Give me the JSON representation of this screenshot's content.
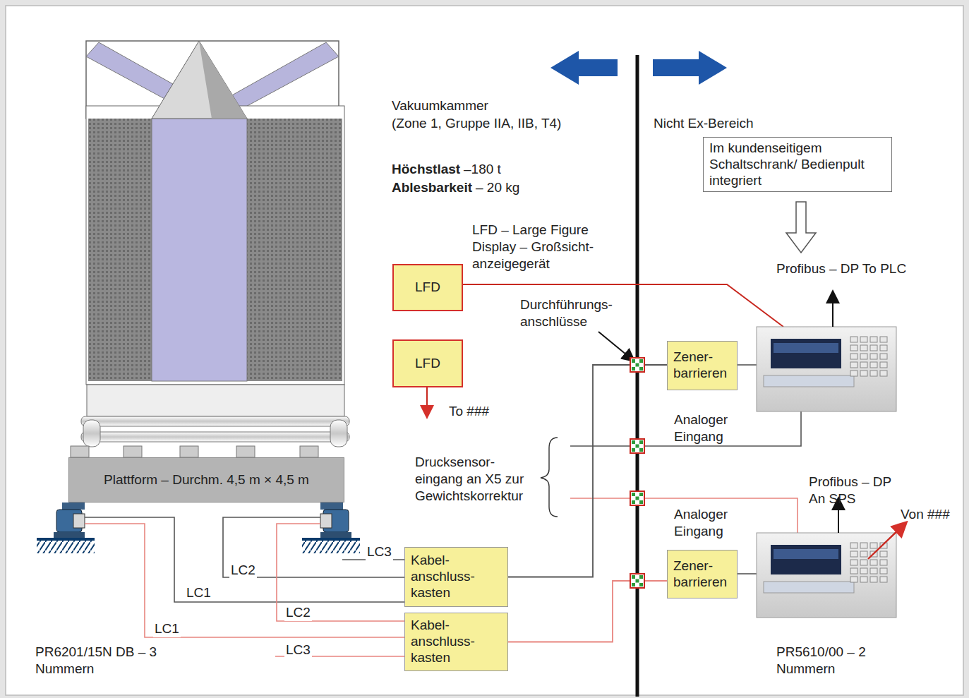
{
  "diagram": {
    "nodes": [
      {
        "text": [
          "Plattform – Durchm. 4,5 m × 4,5 m"
        ]
      },
      {
        "text": [
          "LFD"
        ]
      },
      {
        "text": [
          "LFD"
        ]
      },
      {
        "text": [
          "Im kundenseitigem Schaltschrank/ Bedienpult integriert"
        ]
      },
      {
        "text": [
          "Zener- barrieren"
        ]
      },
      {
        "text": [
          "Kabel- anschluss- kasten"
        ]
      },
      {
        "text": [
          "Kabel- anschluss- kasten"
        ]
      },
      {
        "text": [
          "Zener- barrieren"
        ]
      }
    ],
    "edges": [
      {
        "from": 5,
        "to": 4,
        "arrow": "none"
      },
      {
        "from": 6,
        "to": 7,
        "arrow": "none"
      }
    ],
    "labels": [
      "Vakuumkammer",
      "(Zone 1, Gruppe IIA, IIB, T4)",
      "Höchstlast",
      "–180 t",
      "Ablesbarkeit",
      "– 20 kg",
      "LFD – Large Figure Display – Großsicht- anzeigegerät",
      "To ###",
      "Durchführungs- anschlüsse",
      "Nicht Ex-Bereich",
      "Profibus – DP To PLC",
      "Analoger Eingang",
      "Drucksensor- eingang an X5 zur Gewichtskorrektur",
      "Analoger Eingang",
      "Profibus – DP An SPS",
      "Von ###",
      "LC3",
      "LC2",
      "LC1",
      "LC2",
      "LC1",
      "LC3",
      "PR6201/15N DB – 3 Nummern",
      "PR5610/00 – 2 Nummern"
    ]
  }
}
